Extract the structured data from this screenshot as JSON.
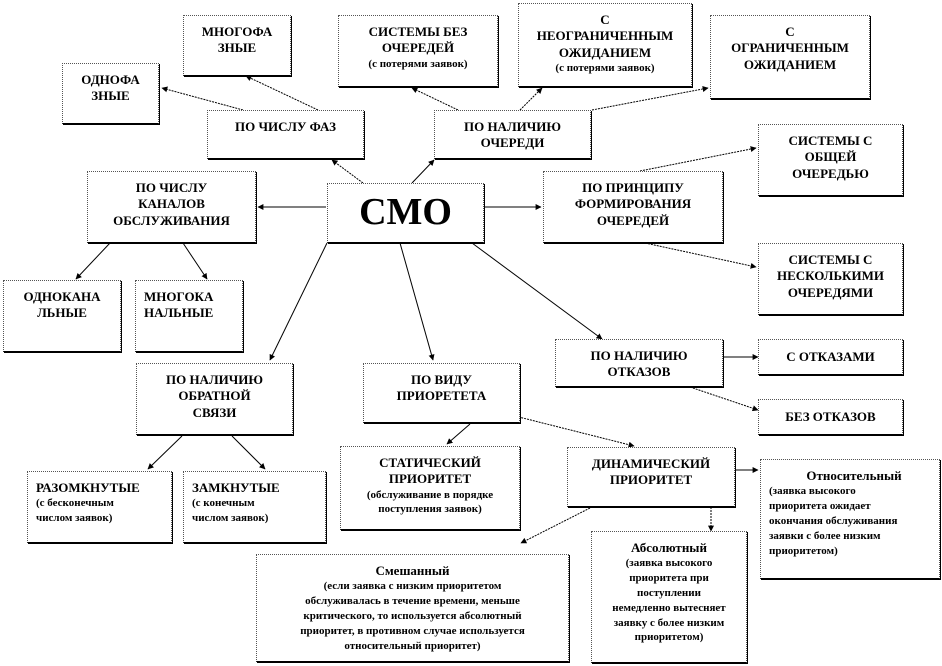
{
  "diagram": {
    "root": {
      "label": "СМО"
    },
    "nodes": {
      "by_phases": {
        "lines": [
          "ПО ЧИСЛУ  ФАЗ"
        ]
      },
      "single_phase": {
        "lines": [
          "ОДНОФА",
          "ЗНЫЕ"
        ]
      },
      "multi_phase": {
        "lines": [
          "МНОГОФА",
          "ЗНЫЕ"
        ]
      },
      "by_queue": {
        "lines": [
          "ПО НАЛИЧИЮ",
          "ОЧЕРЕДИ"
        ]
      },
      "no_queue": {
        "lines": [
          "СИСТЕМЫ БЕЗ",
          "ОЧЕРЕДЕЙ"
        ],
        "sub": [
          "(с потерями заявок)"
        ]
      },
      "unlimited_wait": {
        "lines": [
          "С",
          "НЕОГРАНИЧЕННЫМ",
          "ОЖИДАНИЕМ"
        ],
        "sub": [
          "(с потерями заявок)"
        ]
      },
      "limited_wait": {
        "lines": [
          "С",
          "ОГРАНИЧЕННЫМ",
          "ОЖИДАНИЕМ"
        ]
      },
      "by_channels": {
        "lines": [
          "ПО ЧИСЛУ",
          "КАНАЛОВ",
          "ОБСЛУЖИВАНИЯ"
        ]
      },
      "single_channel": {
        "lines": [
          "ОДНОКАНА",
          "ЛЬНЫЕ"
        ]
      },
      "multi_channel": {
        "lines": [
          "МНОГОКА",
          "НАЛЬНЫЕ"
        ]
      },
      "by_queue_forming": {
        "lines": [
          "ПО ПРИНЦИПУ",
          "ФОРМИРОВАНИЯ",
          "ОЧЕРЕДЕЙ"
        ]
      },
      "common_queue": {
        "lines": [
          "СИСТЕМЫ  С",
          "ОБЩЕЙ",
          "ОЧЕРЕДЬЮ"
        ]
      },
      "multiple_queues": {
        "lines": [
          "СИСТЕМЫ  С",
          "НЕСКОЛЬКИМИ",
          "ОЧЕРЕДЯМИ"
        ]
      },
      "by_refusals": {
        "lines": [
          "ПО НАЛИЧИЮ",
          "ОТКАЗОВ"
        ]
      },
      "with_refusals": {
        "lines": [
          "С ОТКАЗАМИ"
        ]
      },
      "without_refusals": {
        "lines": [
          "БЕЗ ОТКАЗОВ"
        ]
      },
      "by_feedback": {
        "lines": [
          "ПО  НАЛИЧИЮ",
          "ОБРАТНОЙ",
          "СВЯЗИ"
        ]
      },
      "open": {
        "lines": [
          "РАЗОМКНУТЫЕ"
        ],
        "sub": [
          "(с бесконечным",
          "числом заявок)"
        ]
      },
      "closed": {
        "lines": [
          "ЗАМКНУТЫЕ"
        ],
        "sub": [
          "(с конечным",
          "числом заявок)"
        ]
      },
      "by_priority": {
        "lines": [
          "ПО ВИДУ",
          "ПРИОРЕТЕТА"
        ]
      },
      "static_priority": {
        "lines": [
          "СТАТИЧЕСКИЙ",
          "ПРИОРИТЕТ"
        ],
        "sub": [
          "(обслуживание в порядке",
          "поступления  заявок)"
        ]
      },
      "dynamic_priority": {
        "lines": [
          "ДИНАМИЧЕСКИЙ",
          "ПРИОРИТЕТ"
        ]
      },
      "relative": {
        "lines": [
          "Относительный"
        ],
        "sub": [
          "(заявка высокого",
          "приоритета ожидает",
          "окончания  обслуживания",
          "заявки  с  более низким",
          "приоритетом)"
        ]
      },
      "absolute": {
        "lines": [
          "Абсолютный"
        ],
        "sub": [
          "(заявка высокого",
          "приоритета при",
          "поступлении",
          "немедленно  вытесняет",
          "заявку  с  более низким",
          "приоритетом)"
        ]
      },
      "mixed": {
        "lines": [
          "Смешанный"
        ],
        "sub": [
          "(если заявка с низким приоритетом",
          "обслуживалась  в  течение времени, меньше",
          "критического,  то используется  абсолютный",
          "приоритет, в противном  случае используется",
          "относительный  приоритет)"
        ]
      }
    },
    "edges": [
      [
        "root",
        "by_phases"
      ],
      [
        "by_phases",
        "single_phase"
      ],
      [
        "by_phases",
        "multi_phase"
      ],
      [
        "root",
        "by_queue"
      ],
      [
        "by_queue",
        "no_queue"
      ],
      [
        "by_queue",
        "unlimited_wait"
      ],
      [
        "by_queue",
        "limited_wait"
      ],
      [
        "root",
        "by_channels"
      ],
      [
        "by_channels",
        "single_channel"
      ],
      [
        "by_channels",
        "multi_channel"
      ],
      [
        "root",
        "by_queue_forming"
      ],
      [
        "by_queue_forming",
        "common_queue"
      ],
      [
        "by_queue_forming",
        "multiple_queues"
      ],
      [
        "root",
        "by_refusals"
      ],
      [
        "by_refusals",
        "with_refusals"
      ],
      [
        "by_refusals",
        "without_refusals"
      ],
      [
        "root",
        "by_feedback"
      ],
      [
        "by_feedback",
        "open"
      ],
      [
        "by_feedback",
        "closed"
      ],
      [
        "root",
        "by_priority"
      ],
      [
        "by_priority",
        "static_priority"
      ],
      [
        "by_priority",
        "dynamic_priority"
      ],
      [
        "dynamic_priority",
        "relative"
      ],
      [
        "dynamic_priority",
        "absolute"
      ],
      [
        "dynamic_priority",
        "mixed"
      ]
    ],
    "colors": {
      "line": "#000000",
      "box_bg": "#ffffff",
      "text": "#000000"
    }
  }
}
